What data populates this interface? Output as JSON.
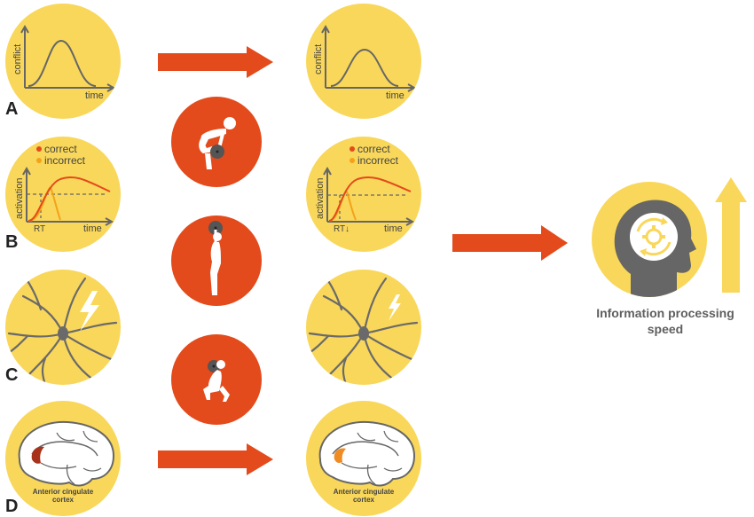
{
  "row_letters": [
    "A",
    "B",
    "C",
    "D"
  ],
  "panel_a": {
    "ylabel": "conflict",
    "xlabel": "time"
  },
  "panel_b": {
    "ylabel": "activation",
    "xlabel": "time",
    "tick_label": "RT",
    "legend": [
      {
        "label": "correct",
        "color": "#e34a1c"
      },
      {
        "label": "incorrect",
        "color": "#f4a21a"
      }
    ]
  },
  "panel_d": {
    "label_line1": "Anterior cingulate",
    "label_line2": "cortex"
  },
  "result": {
    "line1": "Information processing",
    "line2": "speed"
  },
  "colors": {
    "yellow": "#f9d75a",
    "orange": "#e34a1c",
    "gray": "#666666"
  }
}
